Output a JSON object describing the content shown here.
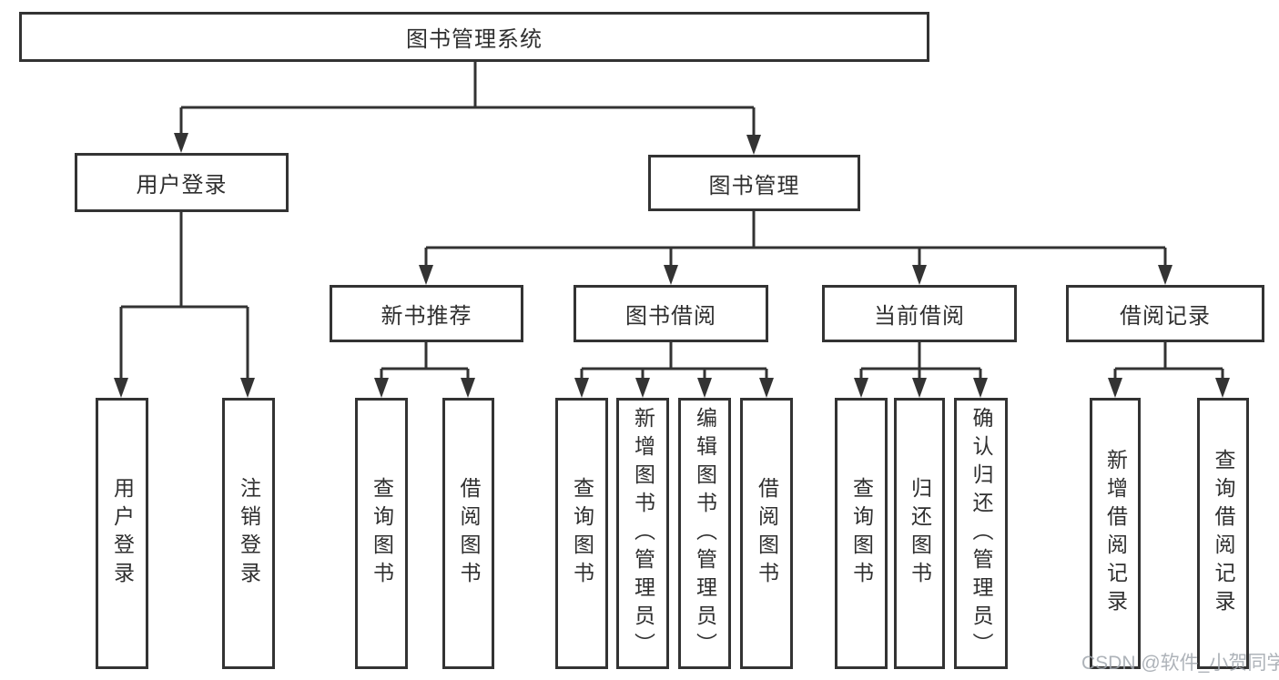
{
  "tree": {
    "root": {
      "label": "图书管理系统"
    },
    "level2": [
      {
        "label": "用户登录",
        "children": [
          {
            "label": "用户登录"
          },
          {
            "label": "注销登录"
          }
        ]
      },
      {
        "label": "图书管理",
        "children": [
          {
            "label": "新书推荐",
            "children": [
              {
                "label": "查询图书"
              },
              {
                "label": "借阅图书"
              }
            ]
          },
          {
            "label": "图书借阅",
            "children": [
              {
                "label": "查询图书"
              },
              {
                "label": "新增图书（管理员）"
              },
              {
                "label": "编辑图书（管理员）"
              },
              {
                "label": "借阅图书"
              }
            ]
          },
          {
            "label": "当前借阅",
            "children": [
              {
                "label": "查询图书"
              },
              {
                "label": "归还图书"
              },
              {
                "label": "确认归还（管理员）"
              }
            ]
          },
          {
            "label": "借阅记录",
            "children": [
              {
                "label": "新增借阅记录"
              },
              {
                "label": "查询借阅记录"
              }
            ]
          }
        ]
      }
    ]
  },
  "watermark": {
    "text": "CSDN @软件_小贺同学"
  }
}
